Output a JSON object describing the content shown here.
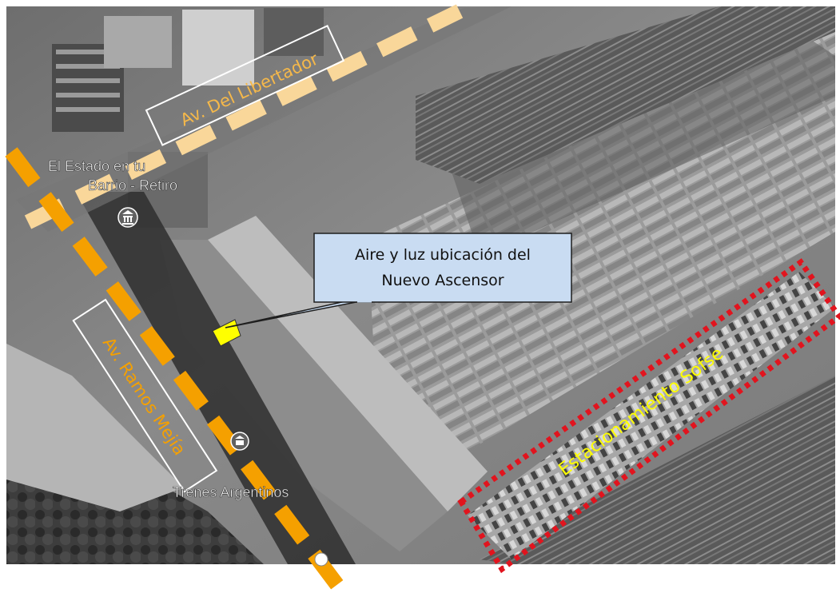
{
  "map": {
    "callout": {
      "line1": "Aire y luz ubicación del",
      "line2": "Nuevo Ascensor"
    },
    "labels": {
      "av_libertador": "Av. Del Libertador",
      "av_ramos_mejia": "Av. Ramos Mejía",
      "parking_area": "Estacionamiento Sofse",
      "poi_estado": "El Estado en tu Barrio - Retiro",
      "poi_estado_line1": "El Estado en tu",
      "poi_estado_line2": "Barrio - Retiro",
      "poi_trenes": "Trenes Argentinos"
    },
    "colors": {
      "avenue_stripe": "#f5a000",
      "avenue_stripe_light": "#f9d79a",
      "parking_border": "#e1141e",
      "parking_label": "#ffff00",
      "elevator_marker": "#ffff00",
      "callout_fill": "#c9dcf2",
      "street_box": "#ffffff"
    },
    "icons": [
      "museum-icon",
      "station-icon"
    ]
  }
}
